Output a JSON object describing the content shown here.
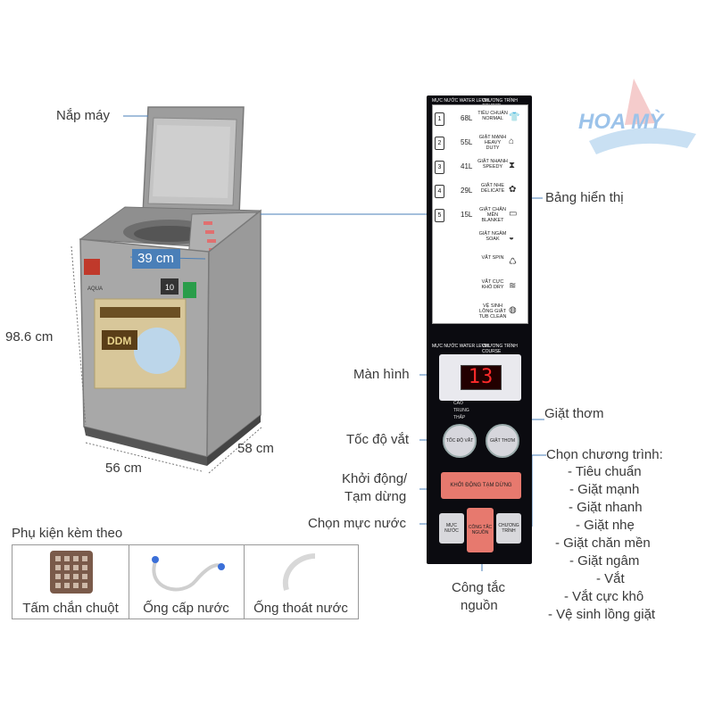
{
  "labels": {
    "lid": "Nắp máy",
    "display_board": "Bảng hiển thị",
    "screen": "Màn hình",
    "fragrance": "Giặt thơm",
    "spin_speed": "Tốc độ vắt",
    "program_select": "Chọn chương trình:",
    "start_pause_1": "Khởi động/",
    "start_pause_2": "Tạm dừng",
    "water_level": "Chọn mực nước",
    "power_1": "Công tắc",
    "power_2": "nguồn"
  },
  "programs": [
    "- Tiêu chuẩn",
    "- Giặt mạnh",
    "- Giặt nhanh",
    "- Giặt nhẹ",
    "- Giặt chăn mền",
    "- Giặt ngâm",
    "- Vắt",
    "- Vắt cực khô",
    "- Vệ sinh lồng giặt"
  ],
  "dimensions": {
    "height": "98.6 cm",
    "width": "56  cm",
    "depth": "58 cm",
    "drum": "39 cm"
  },
  "accessories": {
    "title": "Phụ kiện kèm theo",
    "items": [
      "Tấm chắn chuột",
      "Ống cấp nước",
      "Ống thoát nước"
    ]
  },
  "panel": {
    "header_left": "MỰC NƯỚC WATER LEVEL",
    "header_right": "CHƯƠNG TRÌNH COURSE",
    "rows": [
      {
        "num": "1",
        "level": "68L",
        "name": "TIÊU CHUẨN NORMAL"
      },
      {
        "num": "2",
        "level": "55L",
        "name": "GIẶT MẠNH HEAVY DUTY"
      },
      {
        "num": "3",
        "level": "41L",
        "name": "GIẶT NHANH SPEEDY"
      },
      {
        "num": "4",
        "level": "29L",
        "name": "GIẶT NHẸ DELICATE"
      },
      {
        "num": "5",
        "level": "15L",
        "name": "GIẶT CHĂN MỀN BLANKET"
      },
      {
        "num": "",
        "level": "",
        "name": "GIẶT NGÂM SOAK"
      },
      {
        "num": "",
        "level": "",
        "name": "VẮT SPIN"
      },
      {
        "num": "",
        "level": "",
        "name": "VẮT CỰC KHÔ DRY"
      },
      {
        "num": "",
        "level": "",
        "name": "VỆ SINH LỒNG GIẶT TUB CLEAN"
      }
    ],
    "display_value": "13",
    "speed_high": "CAO",
    "speed_mid": "TRUNG",
    "speed_low": "THẤP",
    "spin_btn": "TỐC ĐỘ VẮT",
    "fragrance_btn": "GIẶT THƠM",
    "start_btn": "KHỞI ĐỘNG TẠM DỪNG",
    "water_btn": "MỰC NƯỚC",
    "course_btn": "CHƯƠNG TRÌNH",
    "power_btn": "CÔNG TẮC NGUỒN"
  },
  "machine": {
    "brand": "AQUA",
    "badge": "DDM",
    "warranty": "10"
  },
  "watermark": "HOA MỲ",
  "colors": {
    "machine": "#a9a9a9",
    "panel": "#0b0b10",
    "dimension": "#4a7fb8",
    "accent": "#e7796e"
  }
}
